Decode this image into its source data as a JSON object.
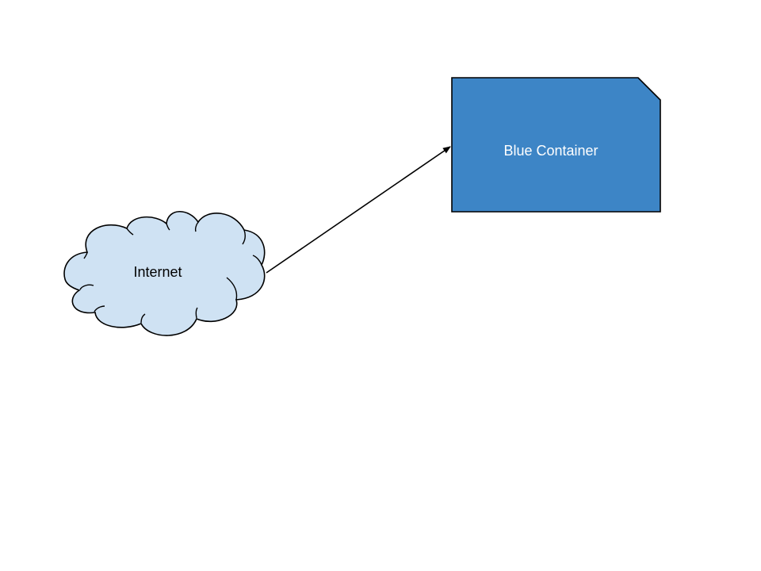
{
  "nodes": {
    "internet": {
      "label": "Internet",
      "shape": "cloud",
      "fill": "#cfe2f3",
      "text_color": "#000000"
    },
    "blue_container": {
      "label": "Blue Container",
      "shape": "snipped-corner-rectangle",
      "fill": "#3d85c6",
      "text_color": "#ffffff"
    }
  },
  "edges": [
    {
      "from": "internet",
      "to": "blue_container",
      "arrowhead": "end",
      "color": "#000000"
    }
  ],
  "colors": {
    "outline": "#000000",
    "background": "#ffffff"
  }
}
